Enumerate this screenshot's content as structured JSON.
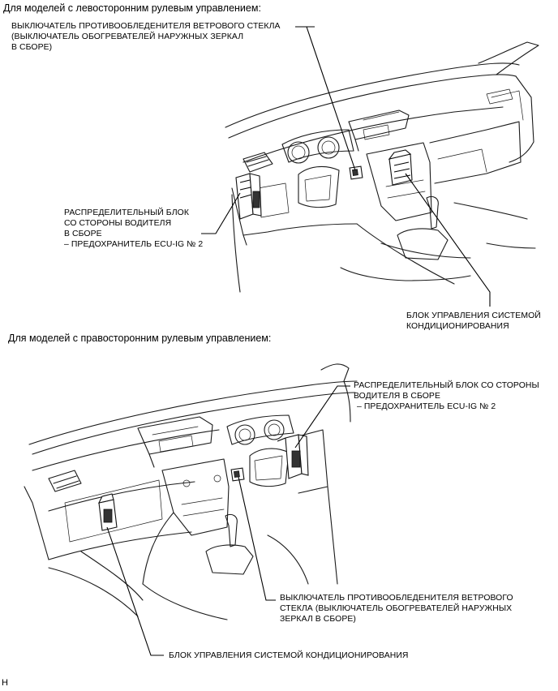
{
  "sections": [
    {
      "title": "Для моделей с левосторонним рулевым управлением:",
      "labels": {
        "defroster_switch": [
          "ВЫКЛЮЧАТЕЛЬ ПРОТИВООБЛЕДЕНИТЕЛЯ ВЕТРОВОГО СТЕКЛА",
          "(ВЫКЛЮЧАТЕЛЬ ОБОГРЕВАТЕЛЕЙ НАРУЖНЫХ ЗЕРКАЛ",
          "В СБОРЕ)"
        ],
        "junction_block": [
          "РАСПРЕДЕЛИТЕЛЬНЫЙ БЛОК",
          "СО СТОРОНЫ ВОДИТЕЛЯ",
          "В СБОРЕ",
          "– ПРЕДОХРАНИТЕЛЬ ECU-IG № 2"
        ],
        "ac_control": [
          "БЛОК УПРАВЛЕНИЯ СИСТЕМОЙ",
          "КОНДИЦИОНИРОВАНИЯ"
        ]
      }
    },
    {
      "title": "Для моделей с правосторонним рулевым управлением:",
      "labels": {
        "junction_block": [
          "РАСПРЕДЕЛИТЕЛЬНЫЙ БЛОК СО СТОРОНЫ",
          "ВОДИТЕЛЯ В СБОРЕ",
          "– ПРЕДОХРАНИТЕЛЬ ECU-IG № 2"
        ],
        "defroster_switch": [
          "ВЫКЛЮЧАТЕЛЬ ПРОТИВООБЛЕДЕНИТЕЛЯ ВЕТРОВОГО",
          "СТЕКЛА (ВЫКЛЮЧАТЕЛЬ ОБОГРЕВАТЕЛЕЙ НАРУЖНЫХ",
          "ЗЕРКАЛ В СБОРЕ)"
        ],
        "ac_control": [
          "БЛОК УПРАВЛЕНИЯ СИСТЕМОЙ КОНДИЦИОНИРОВАНИЯ"
        ]
      }
    }
  ],
  "footer_code": "H"
}
